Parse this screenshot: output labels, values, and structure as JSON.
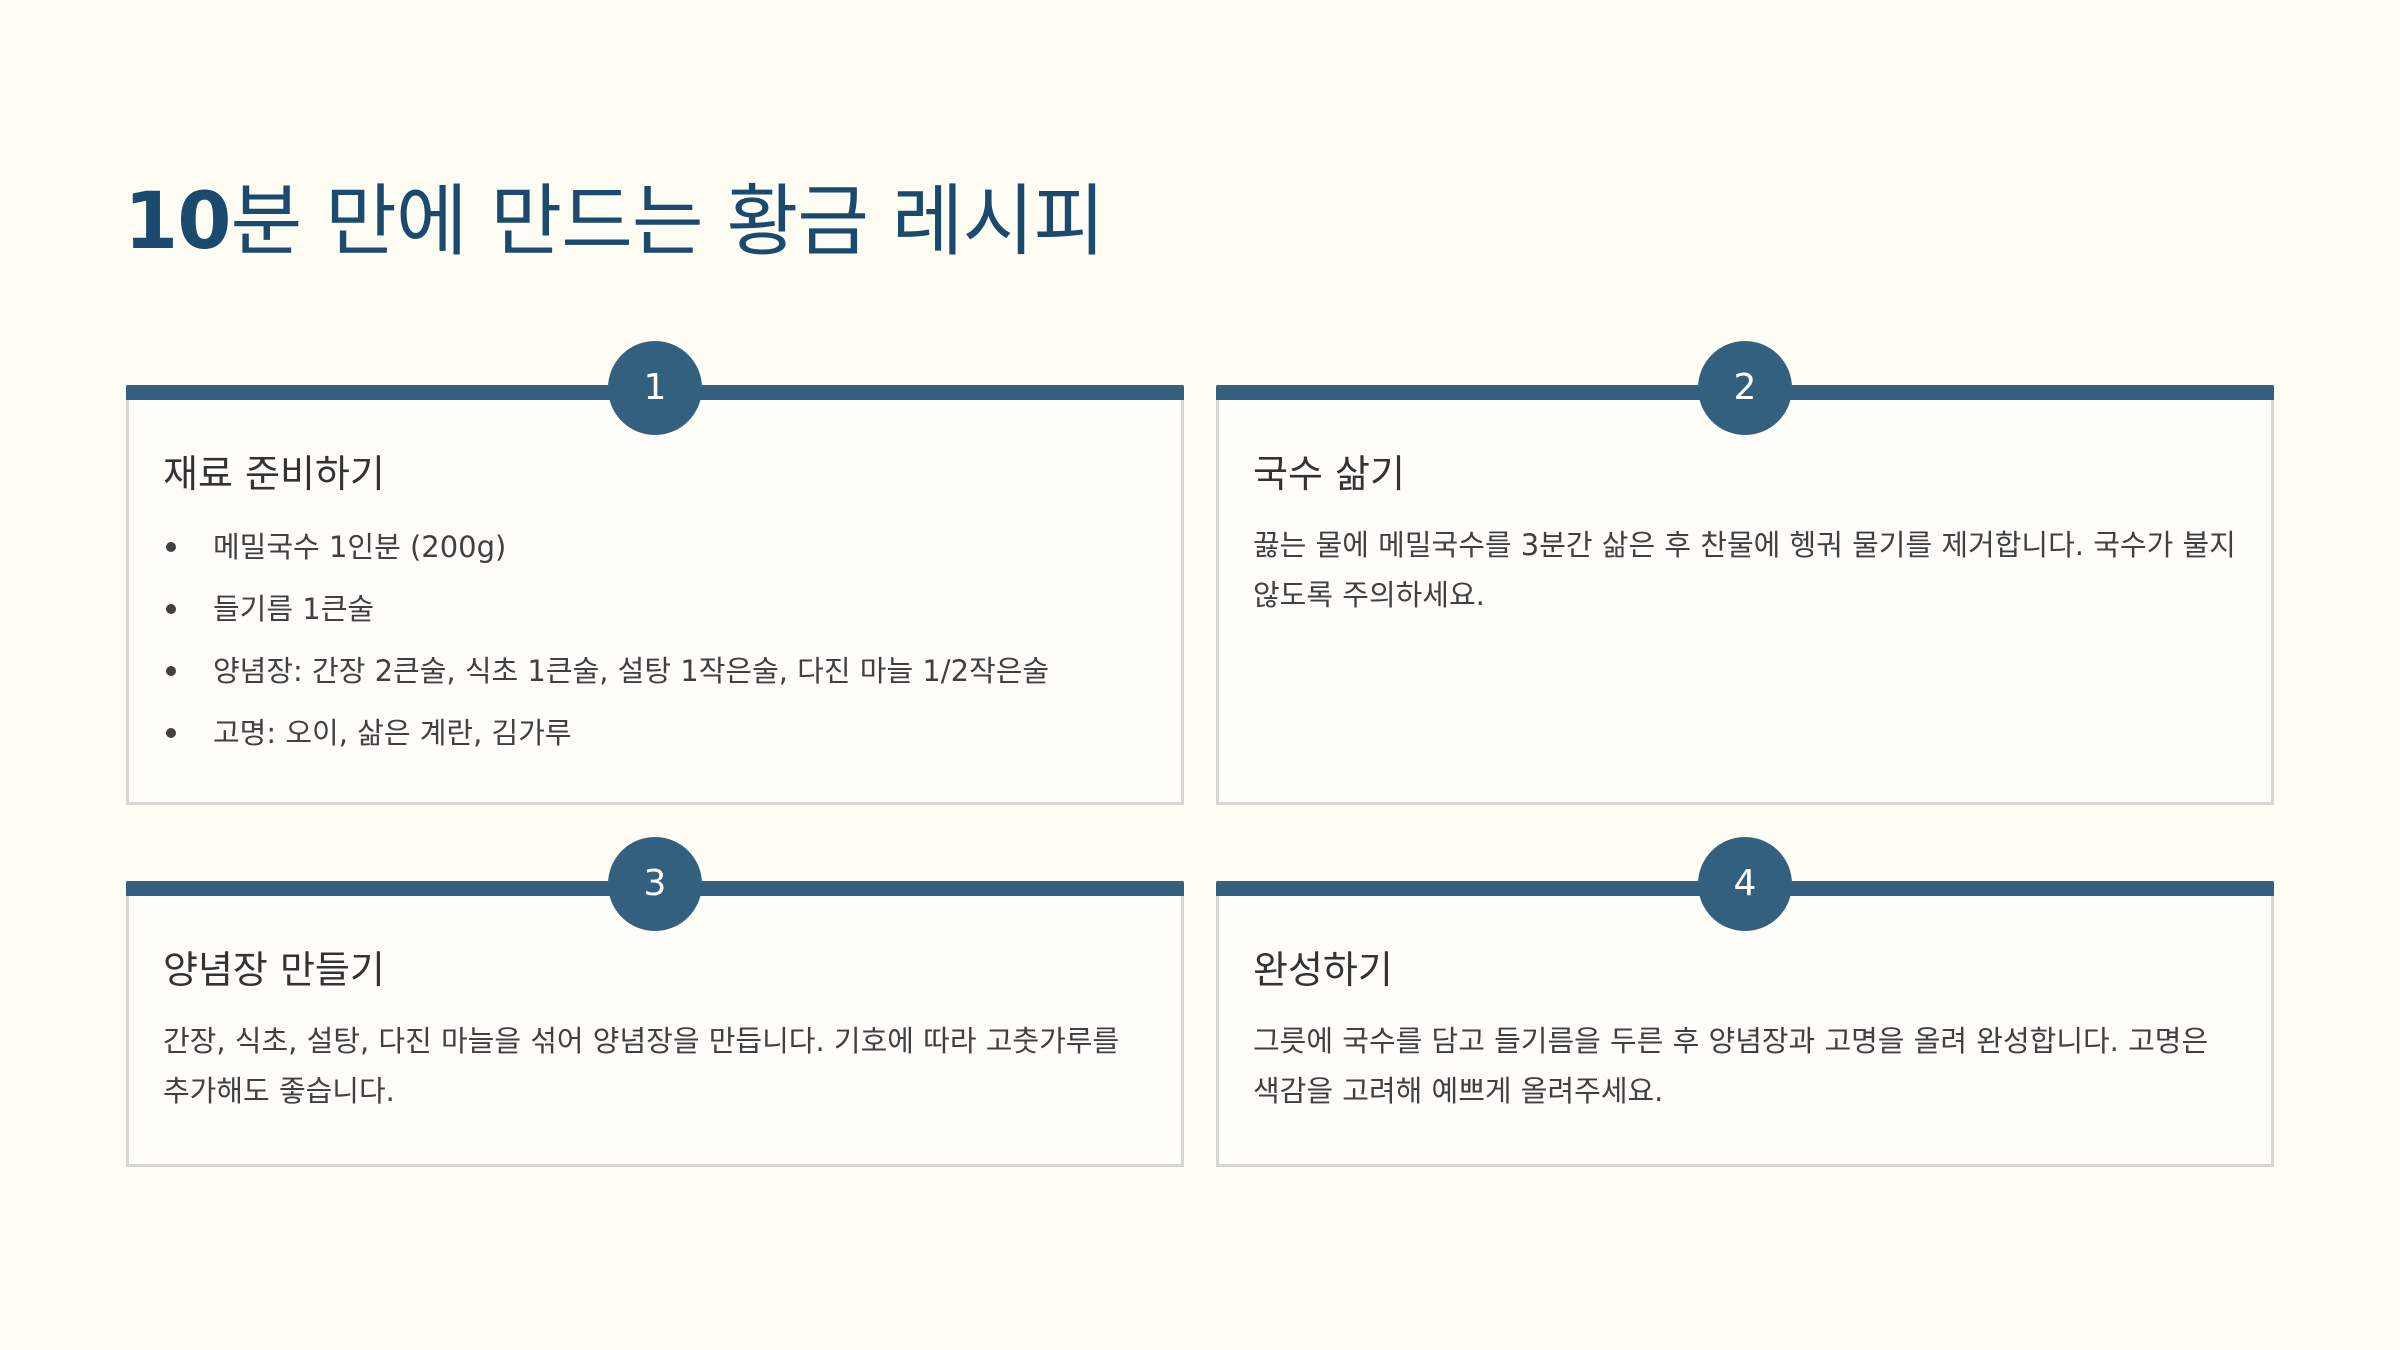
{
  "title": {
    "number": "10",
    "rest": "분 만에 만드는 황금 레시피"
  },
  "steps": [
    {
      "number": "1",
      "title": "재료 준비하기",
      "items": [
        "메밀국수 1인분 (200g)",
        "들기름 1큰술",
        "양념장: 간장 2큰술, 식초 1큰술, 설탕 1작은술, 다진 마늘 1/2작은술",
        "고명: 오이, 삶은 계란, 김가루"
      ]
    },
    {
      "number": "2",
      "title": "국수 삶기",
      "text": "끓는 물에 메밀국수를 3분간 삶은 후 찬물에 헹궈 물기를 제거합니다. 국수가 불지 않도록 주의하세요."
    },
    {
      "number": "3",
      "title": "양념장 만들기",
      "text": "간장, 식초, 설탕, 다진 마늘을 섞어 양념장을 만듭니다. 기호에 따라 고춧가루를 추가해도 좋습니다."
    },
    {
      "number": "4",
      "title": "완성하기",
      "text": "그릇에 국수를 담고 들기름을 두른 후 양념장과 고명을 올려 완성합니다. 고명은 색감을 고려해 예쁘게 올려주세요."
    }
  ],
  "colors": {
    "background": "#fffcf4",
    "title": "#1a4a6e",
    "accent": "#33607f",
    "border": "#d6d6d2",
    "text": "#333333"
  }
}
